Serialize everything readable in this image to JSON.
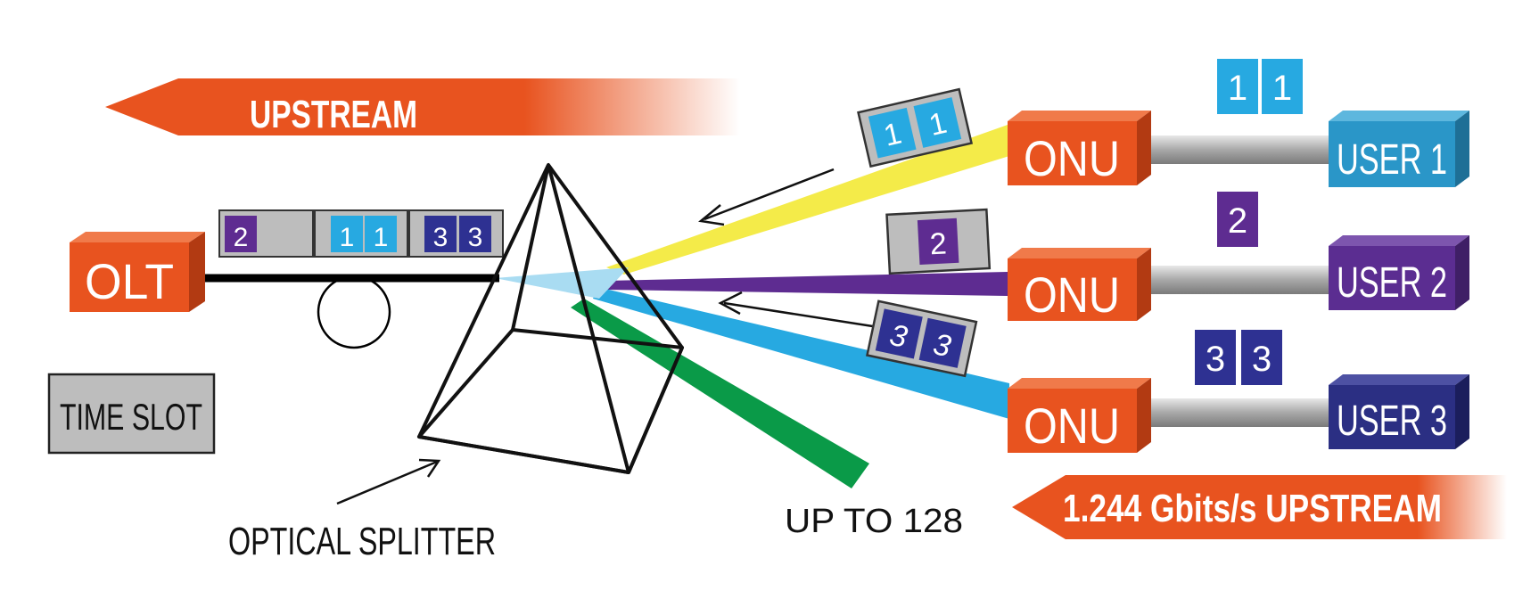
{
  "labels": {
    "upstream_top": "UPSTREAM",
    "olt": "OLT",
    "time_slot": "TIME SLOT",
    "optical_splitter": "OPTICAL SPLITTER",
    "up_to": "UP TO 128",
    "upstream_rate": "1.244 Gbits/s UPSTREAM",
    "onu": "ONU",
    "user1": "USER 1",
    "user2": "USER 2",
    "user3": "USER 3"
  },
  "timeslots": {
    "frame_slot1": "2",
    "frame_slot2a": "1",
    "frame_slot2b": "1",
    "frame_slot3a": "3",
    "frame_slot3b": "3",
    "onu1_packet_a": "1",
    "onu1_packet_b": "1",
    "onu2_packet": "2",
    "onu3_packet_a": "3",
    "onu3_packet_b": "3",
    "user1_a": "1",
    "user1_b": "1",
    "user2_a": "2",
    "user3_a": "3",
    "user3_b": "3"
  },
  "colors": {
    "orange": "#E8531F",
    "user1": "#2A96C8",
    "user2": "#5B2D91",
    "user3": "#2B2F83",
    "light_blue": "#27A9E1",
    "purple": "#5E2C91",
    "navy": "#2E3192",
    "yellow": "#F4EB49",
    "green": "#0A9A48",
    "gray": "#BDBDBD"
  }
}
